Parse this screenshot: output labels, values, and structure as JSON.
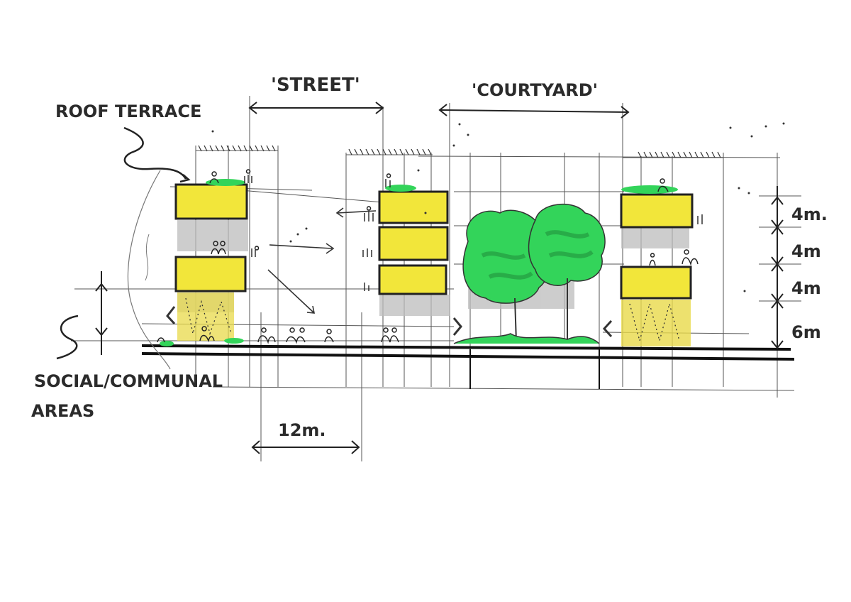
{
  "labels": {
    "street": "'STREET'",
    "courtyard": "'COURTYARD'",
    "roof_terrace": "ROOF TERRACE",
    "social_line1": "SOCIAL/COMMUNAL",
    "social_line2": "AREAS",
    "span_12m": "12m.",
    "h_4m_top": "4m.",
    "h_4m_mid": "4m",
    "h_4m_low": "4m",
    "h_6m": "6m"
  },
  "colors": {
    "ink": "#2b2b2b",
    "construction_line": "#555555",
    "floor_yellow": "#f2e63a",
    "green": "#33d45a",
    "tree_green": "#2ecc55",
    "shadow_grey": "#b9b9b9"
  },
  "icons": [
    "person-figure-icon",
    "tree-icon",
    "arrow-icon"
  ]
}
